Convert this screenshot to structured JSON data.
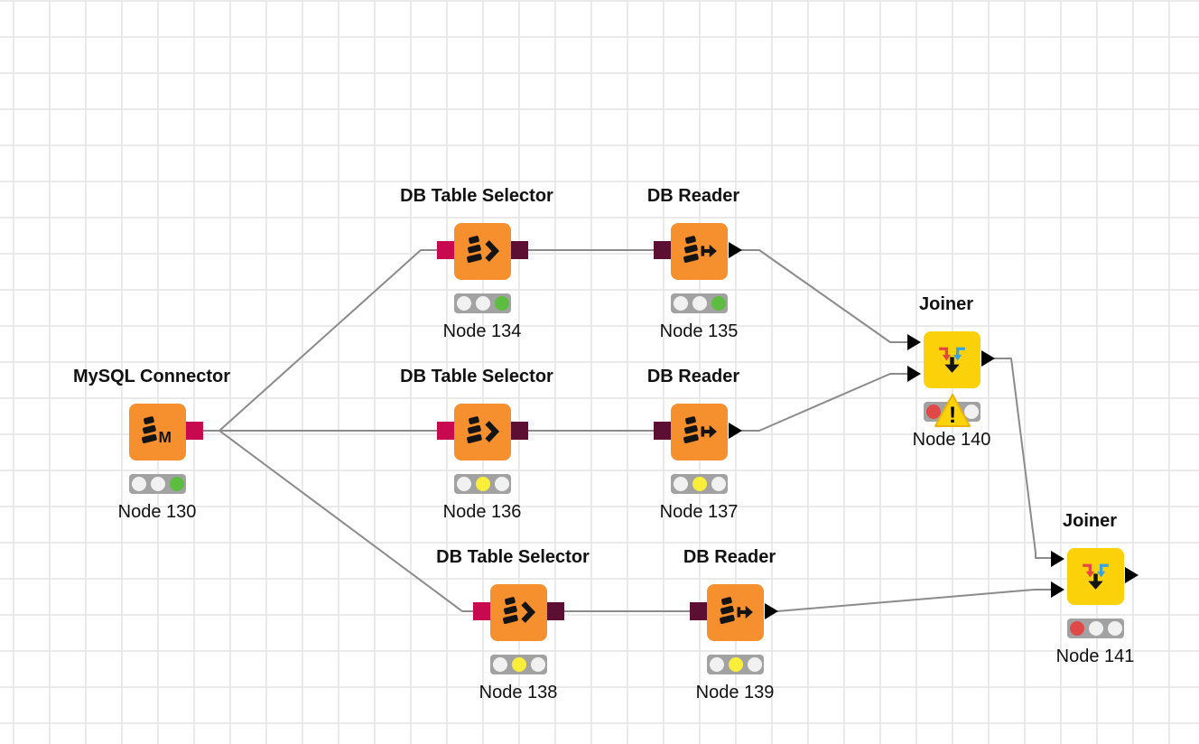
{
  "palette": {
    "canvas_bg": "#ffffff",
    "grid_line": "#eaeaea",
    "wire_gray": "#8b8b8b",
    "node_orange": "#f6902f",
    "node_yellow": "#fbd10a",
    "port_db_magenta": "#c9094f",
    "port_db_dark_red": "#5c0f33",
    "port_table_black": "#000000",
    "status_bar_gray": "#a2a2a2",
    "status_off": "#f1f1f1",
    "status_green": "#5dbd40",
    "status_yellow": "#fbee3b",
    "status_red": "#e04947",
    "warning_yellow": "#fcd306",
    "joiner_red_arrow": "#e64740",
    "joiner_blue_arrow": "#35a3e8"
  },
  "nodes": [
    {
      "title": "MySQL Connector",
      "label": "Node 130",
      "icon_letter": "M",
      "status": [
        "off",
        "off",
        "green"
      ]
    },
    {
      "title": "DB Table Selector",
      "label": "Node 134",
      "status": [
        "off",
        "off",
        "green"
      ]
    },
    {
      "title": "DB Reader",
      "label": "Node 135",
      "status": [
        "off",
        "off",
        "green"
      ]
    },
    {
      "title": "DB Table Selector",
      "label": "Node 136",
      "status": [
        "off",
        "yellow",
        "off"
      ]
    },
    {
      "title": "DB Reader",
      "label": "Node 137",
      "status": [
        "off",
        "yellow",
        "off"
      ]
    },
    {
      "title": "DB Table Selector",
      "label": "Node 138",
      "status": [
        "off",
        "yellow",
        "off"
      ]
    },
    {
      "title": "DB Reader",
      "label": "Node 139",
      "status": [
        "off",
        "yellow",
        "off"
      ]
    },
    {
      "title": "Joiner",
      "label": "Node 140",
      "status": [
        "red",
        "off",
        "off"
      ],
      "warning_mark": "!"
    },
    {
      "title": "Joiner",
      "label": "Node 141",
      "status": [
        "red",
        "off",
        "off"
      ]
    }
  ],
  "connections": [
    {
      "from": "Node 130",
      "to": "Node 134"
    },
    {
      "from": "Node 130",
      "to": "Node 136"
    },
    {
      "from": "Node 130",
      "to": "Node 138"
    },
    {
      "from": "Node 134",
      "to": "Node 135"
    },
    {
      "from": "Node 136",
      "to": "Node 137"
    },
    {
      "from": "Node 138",
      "to": "Node 139"
    },
    {
      "from": "Node 135",
      "to": "Node 140"
    },
    {
      "from": "Node 137",
      "to": "Node 140"
    },
    {
      "from": "Node 140",
      "to": "Node 141"
    },
    {
      "from": "Node 139",
      "to": "Node 141"
    }
  ]
}
